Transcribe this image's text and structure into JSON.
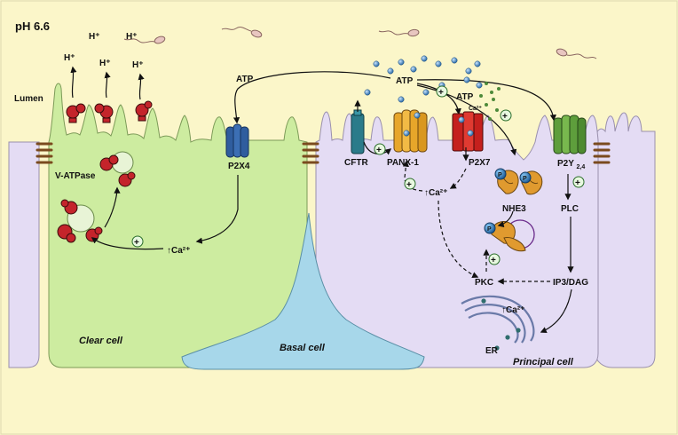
{
  "ph": "pH 6.6",
  "lumen": "Lumen",
  "h_plus": "H⁺",
  "atp": "ATP",
  "ca": "Ca²⁺",
  "up_ca": "↑Ca²⁺",
  "p": "P",
  "plus": "+",
  "labels": {
    "v_atpase": "V-ATPase",
    "p2x4": "P2X4",
    "cftr": "CFTR",
    "panx1": "PANX-1",
    "p2x7": "P2X7",
    "nhe3": "NHE3",
    "p2y": "P2Y",
    "p2y_sub": "2,4",
    "plc": "PLC",
    "pkc": "PKC",
    "ip3dag": "IP3/DAG",
    "er": "ER"
  },
  "cells": {
    "clear": "Clear cell",
    "basal": "Basal cell",
    "principal": "Principal cell"
  },
  "colors": {
    "background": "#fbf6c9",
    "clear_cell": "#cdeca0",
    "principal_cell": "#e4dcf4",
    "basal_cell": "#a7d7ea",
    "v_atpase": "#c4242b",
    "p2x4": "#2f5d9e",
    "cftr": "#2b7b8a",
    "panx1": "#e7a62a",
    "p2x7": "#c5201d",
    "p2y": "#5e9e3c",
    "nhe3": "#e09a2f",
    "atp_dot": "#3d7fb8"
  }
}
